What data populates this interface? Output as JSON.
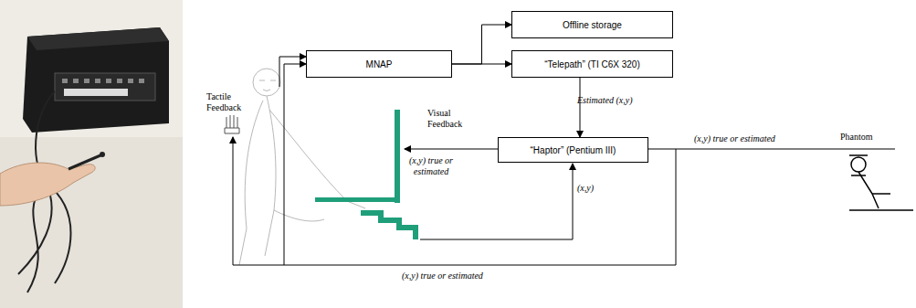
{
  "diagram": {
    "nodes": [
      {
        "text": [
          "MNAP"
        ]
      },
      {
        "text": [
          "Offline storage"
        ]
      },
      {
        "text": [
          "“Telepath” (TI C6X 320)"
        ]
      },
      {
        "text": [
          "“Haptor” (Pentium III)"
        ]
      }
    ],
    "edges": [
      {
        "from": 0,
        "to": 1,
        "arrow": "to"
      },
      {
        "from": 0,
        "to": 2,
        "arrow": "to"
      },
      {
        "from": 2,
        "to": 3,
        "label": "Estimated (x,y)",
        "arrow": "to"
      }
    ],
    "labels": [
      "Tactile Feedback",
      "Visual Feedback",
      "(x,y) true or estimated",
      "(x,y)",
      "(x,y) true or estimated",
      "Phantom",
      "(x,y) true or estimated"
    ]
  }
}
